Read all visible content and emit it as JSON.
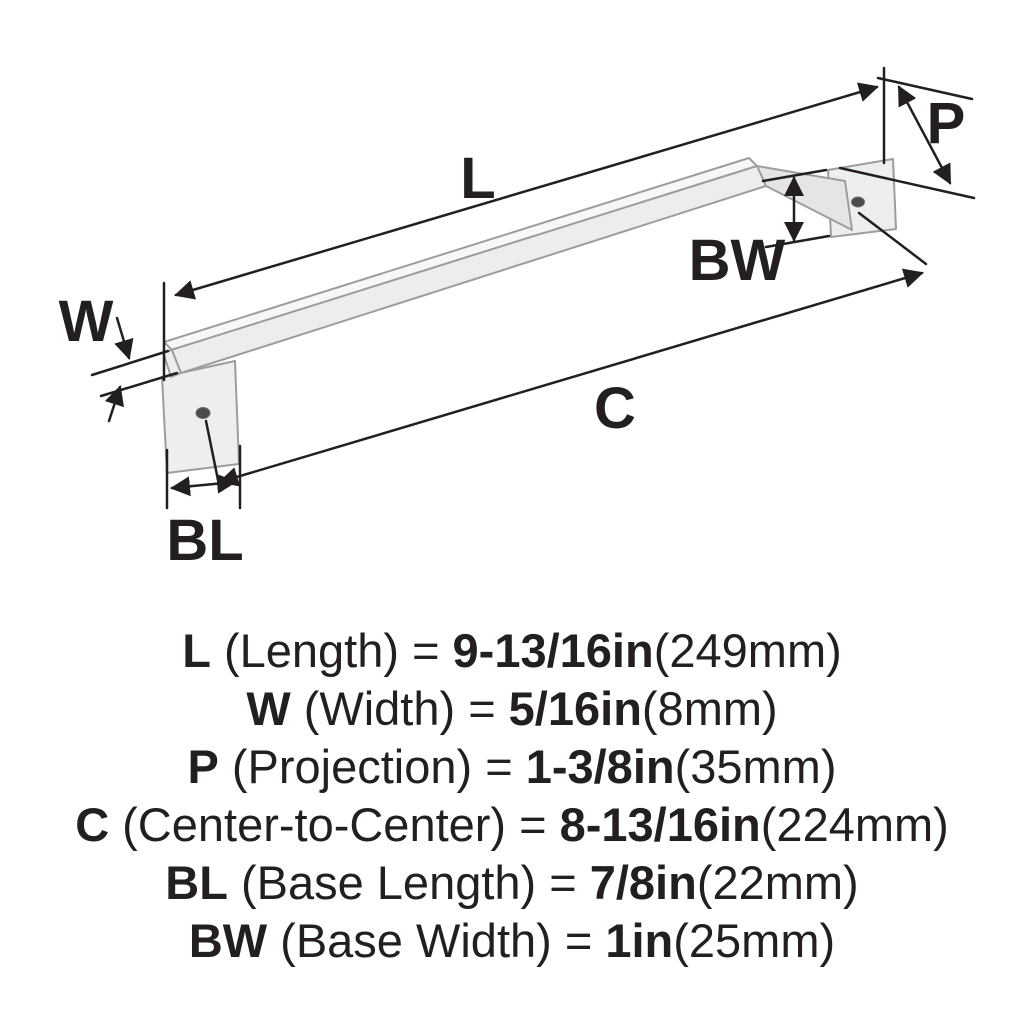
{
  "colors": {
    "ink": "#231f20",
    "handle_fill": "#ebedee",
    "handle_top_fill": "#f6f7f8",
    "neck_fill": "#e3e5e7",
    "base_fill": "#eceeef",
    "hole_fill": "#4a4c4e"
  },
  "diagram": {
    "labels": {
      "l": "L",
      "w": "W",
      "p": "P",
      "c": "C",
      "bl": "BL",
      "bw": "BW"
    }
  },
  "specs": [
    {
      "abbr": "L",
      "label": "(Length) =",
      "value": "9-13/16in",
      "metric": "(249mm)"
    },
    {
      "abbr": "W",
      "label": "(Width) =",
      "value": "5/16in",
      "metric": "(8mm)"
    },
    {
      "abbr": "P",
      "label": "(Projection) =",
      "value": "1-3/8in",
      "metric": "(35mm)"
    },
    {
      "abbr": "C",
      "label": "(Center-to-Center) =",
      "value": "8-13/16in",
      "metric": "(224mm)"
    },
    {
      "abbr": "BL",
      "label": "(Base Length) =",
      "value": "7/8in",
      "metric": "(22mm)"
    },
    {
      "abbr": "BW",
      "label": "(Base Width) =",
      "value": "1in",
      "metric": "(25mm)"
    }
  ]
}
